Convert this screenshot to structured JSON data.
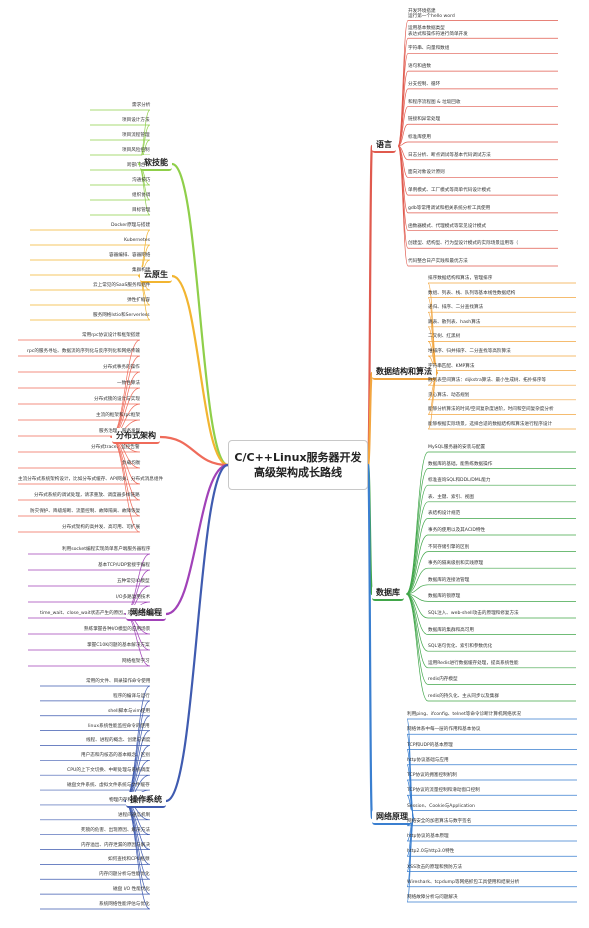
{
  "center": {
    "line1": "C/C++Linux服务器开发",
    "line2": "高级架构成长路线"
  },
  "colors": {
    "language": "#e05a4e",
    "dsa": "#f2a640",
    "database": "#41a64a",
    "network": "#3a7fd0",
    "soft": "#8fcf4a",
    "cloud": "#f2b531",
    "distributed": "#ef6b5a",
    "netprog": "#a142b8",
    "os": "#3f5bb0"
  },
  "branches": {
    "language": {
      "label": "语言",
      "items": [
        "开发环境搭建\n运行第一个hello word",
        "运用基本数据类型\n表达式和操作符进行简单开发",
        "字符串、向量和数组",
        "语句和函数",
        "分支控制、循环",
        "和程序流程图 & 垃圾回收",
        "链接和异常处理",
        "标准库使用",
        "日志分析、断点调试等基本代码调试方法",
        "面向对象设计原则",
        "单例模式、工厂模式等简单代码设计模式",
        "gdb等常用调试和相关系统分析工具使用",
        "函数器模式、代理模式等常见设计模式",
        "创建型、结构型、行为型设计模式的实际场景运用等（",
        "代码整合日产实践和最优方法"
      ]
    },
    "dsa": {
      "label": "数据结构和算法",
      "items": [
        "排序数据结构和算法，管理排序",
        "数组、列表、栈、队列等基本线性数据结构",
        "递归、排序、二分查找算法",
        "跳表、散列表、hash算法",
        "二叉树、红黑树",
        "堆排序、归并排序、二分查找等高阶算法",
        "字符串匹配、KMP算法",
        "散列表空间算法：dijkstra算法、最小生成树、拓扑排序等",
        "贪心算法、动态规划",
        "能够分析算法的时间/空间复杂度进阶，时间和空间复杂度分析",
        "能够根据实际场景，选择合适的数据结构和算法进行程序设计"
      ]
    },
    "database": {
      "label": "数据库",
      "items": [
        "MySQL服务器的安装与配置",
        "数据库的基础，能熟练数据操作",
        "标准查询SQL和DDL/DML能力",
        "表、主键、索引、视图",
        "表结构设计规范",
        "事务的使用以及其ACID特性",
        "不同存储引擎的区别",
        "事务的隔离级别和实践原理",
        "数据库的连接池管理",
        "数据库的锁原理",
        "SQL注入、web-shell攻击的原理和修复方法",
        "数据库的集群和高可用",
        "SQL语句优化、索引和参数优化",
        "运用Redis进行数据缓存处理，提高系统性能",
        "redis内存模型",
        "redis的持久化、主从同步以及集群"
      ]
    },
    "network": {
      "label": "网络原理",
      "items": [
        "利用ping、ifconfig、telnet等命令诊断计算机网络状况",
        "网络体系中每一层的作用和基本协议",
        "TCP和UDP的基本原理",
        "http协议基础与应用",
        "TCP协议的拥塞控制机制",
        "TCP协议的流量控制和滑动窗口控制",
        "Session、Cookie与Application",
        "网络安全的加密算法与数字签名",
        "http协议的基本原理",
        "http2.0与http3.0特性",
        "XSS攻击的原理和预防方法",
        "Wireshark、tcpdump等网络抓包工具使用和结果分析",
        "网络故障分析与问题解决"
      ]
    },
    "soft": {
      "label": "软技能",
      "items": [
        "需求分析",
        "项目设计方法",
        "项目流程管理",
        "项目风险控制",
        "跨部门合作",
        "沟通技巧",
        "组织协调",
        "目标管理"
      ]
    },
    "cloud": {
      "label": "云原生",
      "items": [
        "Docker原理与搭建",
        "Kubernetes",
        "容器编排、容器网络",
        "集群构建",
        "云上常见的SaaS服务和组件",
        "弹性扩缩容",
        "服务网格Istio和Serverless"
      ]
    },
    "distributed": {
      "label": "分布式架构",
      "items": [
        "常用rpc协议设计和框架搭建",
        "rpc的服务寻址、数据流的序列化与反序列化和网络传输",
        "分布式事务的操作",
        "一致性算法",
        "分布式锁的设计与实现",
        "主流的框架和rpc框架",
        "服务治理、服务发现",
        "分布式trace、监控告警",
        "负载均衡",
        "主流分布式系统架构设计，比如分布式缓存、API网关、分布式消息组件",
        "分布式系统的调试处理，请求重放、调度器多样链路",
        "防灾保护、降级熔断、流量控制、故障隔离、故障恢复",
        "分布式架构的高并发、高可用、可扩展"
      ]
    },
    "netprog": {
      "label": "网络编程",
      "items": [
        "利用socket编程实现简单客户端服务器程序",
        "基本TCP/UDP套接字编程",
        "五种常见IO模型",
        "I/O多路复用技术",
        "time_wait、close_wait状态产生的原因，及解决方法",
        "熟练掌握各种I/O模型的应用场景",
        "掌握C10K问题的基本解决方案",
        "网络框架学习"
      ]
    },
    "os": {
      "label": "操作系统",
      "items": [
        "常用的文件、目录操作命令使用",
        "程序的编译与运行",
        "shell脚本与vim使用",
        "linux系统性能监控命令的使用",
        "线程、进程的概念、创建与调度",
        "用户态和内核态的基本概念、区别",
        "CPU的上下文切换、中断处理与系统调度",
        "磁盘文件系统、虚拟文件系统与文件缓存",
        "物理内存和虚拟内存",
        "进程间通信机制",
        "死锁的危害、出现原因、解决方法",
        "内存溢出、内存泄漏的原因与解决",
        "如何查找和CPU瓶颈",
        "内存问题分析与性能优化",
        "磁盘 I/O 性能优化",
        "系统网络性能评估与优化"
      ]
    }
  }
}
